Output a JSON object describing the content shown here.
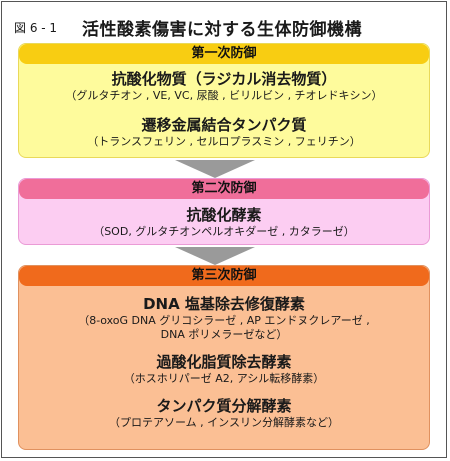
{
  "figure_label": "図 6 - 1",
  "title": "活性酸素傷害に対する生体防御機構",
  "levels": [
    {
      "label": "第一次防御",
      "items": [
        {
          "title": "抗酸化物質（ラジカル消去物質）",
          "sub": [
            "（グルタチオン , VE, VC, 尿酸 , ビリルビン , チオレドキシン）"
          ]
        },
        {
          "title": "遷移金属結合タンパク質",
          "sub": [
            "（トランスフェリン , セルロプラスミン , フェリチン）"
          ]
        }
      ]
    },
    {
      "label": "第二次防御",
      "items": [
        {
          "title": "抗酸化酵素",
          "sub": [
            "（SOD, グルタチオンペルオキダーゼ , カタラーゼ）"
          ]
        }
      ]
    },
    {
      "label": "第三次防御",
      "items": [
        {
          "title": "DNA 塩基除去修復酵素",
          "sub": [
            "（8-oxoG DNA グリコシラーゼ , AP エンドヌクレアーゼ ,",
            "DNA ポリメラーゼなど）"
          ]
        },
        {
          "title": "過酸化脂質除去酵素",
          "sub": [
            "（ホスホリパーゼ A2, アシル転移酵素）"
          ]
        },
        {
          "title": "タンパク質分解酵素",
          "sub": [
            "（プロテアソーム , インスリン分解酵素など）"
          ]
        }
      ]
    }
  ],
  "colors": {
    "level1_tab": "#f8cd12",
    "level1_body": "#fefb9c",
    "level2_tab": "#f06e9a",
    "level2_body": "#fccdf2",
    "level3_tab": "#f06a1c",
    "level3_body": "#fbbf94",
    "arrow": "#9a9a9a"
  }
}
